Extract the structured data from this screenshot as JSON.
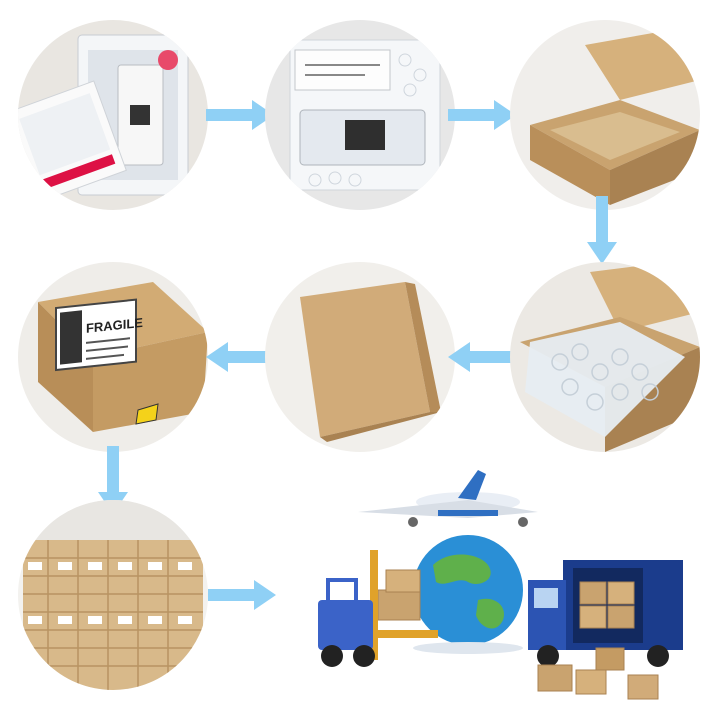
{
  "steps": [
    {
      "id": "board-in-retail-package"
    },
    {
      "id": "board-in-bubble-bag"
    },
    {
      "id": "open-cardboard-box"
    },
    {
      "id": "box-with-bubble-padding"
    },
    {
      "id": "closed-plain-box"
    },
    {
      "id": "box-with-fragile-label",
      "label_title": "FRAGILE"
    },
    {
      "id": "warehouse-stacked-boxes"
    }
  ],
  "colors": {
    "arrow": "#8fd0f5",
    "kraft": "#c9a36f",
    "kraft_dark": "#a98252",
    "container": "#1b3c8c",
    "globe_sea": "#2a8fd6",
    "globe_land": "#5fb04b",
    "forklift": "#3b63c8"
  },
  "icons": [
    "airplane-icon",
    "globe-icon",
    "forklift-icon",
    "shipping-container-icon"
  ]
}
